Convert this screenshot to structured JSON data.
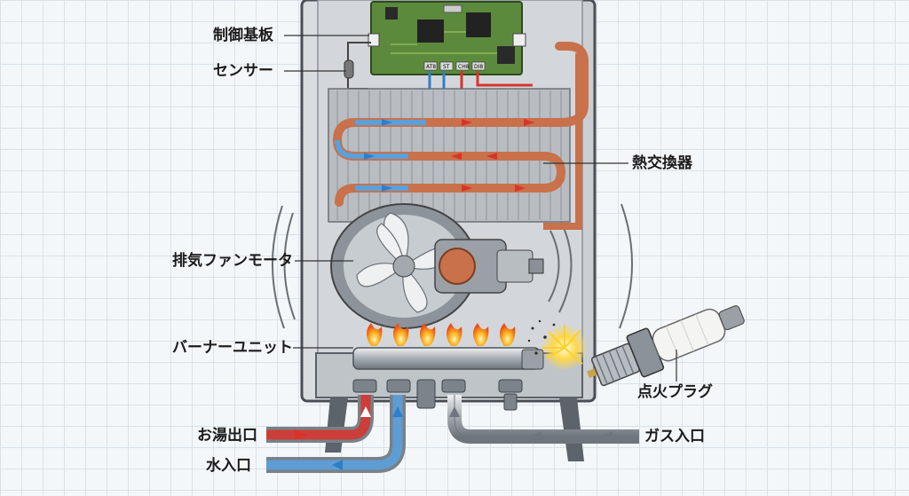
{
  "labels": {
    "control_board": "制御基板",
    "sensor": "センサー",
    "heat_exchanger": "熱交換器",
    "exhaust_fan_motor": "排気ファンモータ",
    "burner_unit": "バーナーユニット",
    "spark_plug": "点火プラグ",
    "hot_water_outlet": "お湯出口",
    "gas_inlet": "ガス入口",
    "water_inlet": "水入口"
  },
  "pcb_chip_labels": [
    "AT8",
    "ST",
    "CH8",
    "DI8"
  ],
  "colors": {
    "hot": "#d9332c",
    "cold": "#2f7fc8",
    "gas": "#8c8c8c",
    "copper": "#c8714a",
    "pcb": "#5c8a3c",
    "housing": "#e8eaec",
    "flame": "#f28a1c"
  },
  "icons": [
    "flame-icon",
    "spark-icon",
    "fan-icon"
  ]
}
